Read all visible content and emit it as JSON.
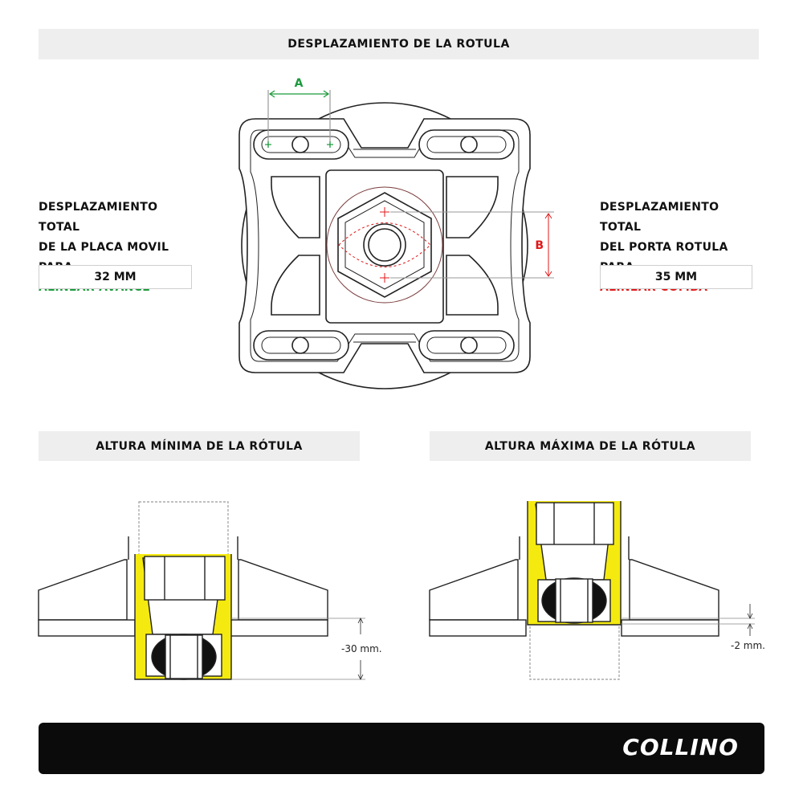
{
  "header": {
    "title": "DESPLAZAMIENTO DE LA ROTULA"
  },
  "left_panel": {
    "line1": "DESPLAZAMIENTO  TOTAL",
    "line2": "DE LA PLACA MOVIL PARA",
    "line3": "ALINEAR AVANCE",
    "value": "32 MM"
  },
  "right_panel": {
    "line1": "DESPLAZAMIENTO  TOTAL",
    "line2": "DEL PORTA ROTULA PARA",
    "line3": "ALINEAR COMBA",
    "value": "35 MM"
  },
  "diagram": {
    "label_a": "A",
    "label_b": "B"
  },
  "section_min": {
    "title": "ALTURA MÍNIMA DE LA RÓTULA",
    "dimension": "-30 mm."
  },
  "section_max": {
    "title": "ALTURA MÁXIMA DE LA RÓTULA",
    "dimension": "-2 mm."
  },
  "footer": {
    "brand": "COLLINO"
  },
  "colors": {
    "accent_green": "#1a9a3c",
    "accent_red": "#e01818",
    "highlight_yellow": "#f5ea10",
    "footer_bg": "#0b0b0b"
  }
}
